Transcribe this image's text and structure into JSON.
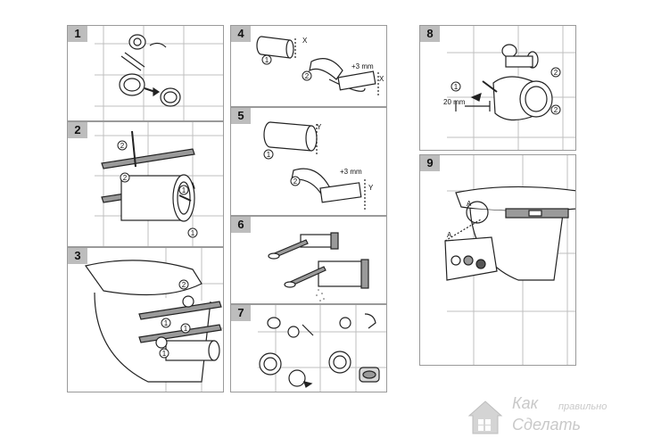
{
  "colors": {
    "border": "#9a9a9a",
    "number_box": "#bdbdbd",
    "line": "#222222",
    "tile": "#bfbfbf",
    "watermark": "#c9c9c9"
  },
  "steps": [
    {
      "number": "1"
    },
    {
      "number": "2",
      "callouts": [
        "2",
        "2",
        "1",
        "1"
      ]
    },
    {
      "number": "3",
      "callouts": [
        "2",
        "1",
        "1",
        "1"
      ]
    },
    {
      "number": "4",
      "callouts": [
        "1",
        "2"
      ],
      "marks": [
        "X",
        "+3 mm",
        "X"
      ]
    },
    {
      "number": "5",
      "callouts": [
        "1",
        "2"
      ],
      "marks": [
        "Y",
        "+3 mm",
        "Y"
      ]
    },
    {
      "number": "6"
    },
    {
      "number": "7"
    },
    {
      "number": "8",
      "callouts": [
        "1",
        "2",
        "2"
      ],
      "marks": [
        "20 mm"
      ]
    },
    {
      "number": "9",
      "marks": [
        "A",
        "A"
      ]
    }
  ],
  "watermark": {
    "line1": "Как",
    "line2": "правильно",
    "line3": "Сделать"
  }
}
